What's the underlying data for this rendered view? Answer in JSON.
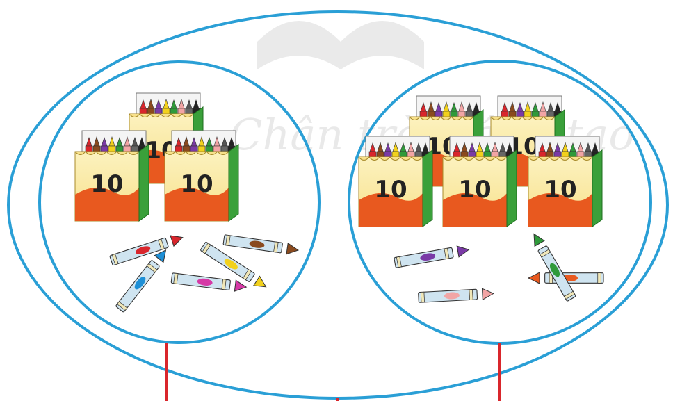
{
  "watermark": {
    "text": "Chân trời sáng tạo"
  },
  "colors": {
    "ring": "#2a9fd6",
    "connector": "#d9262c",
    "box_top": "#fbeeb0",
    "box_bottom": "#e8591f",
    "box_side": "#3aa03a",
    "crayon_body": "#cfe4f0"
  },
  "icons": [
    "crayon-box-icon",
    "crayon-icon"
  ],
  "groups": [
    {
      "name": "left",
      "box_label": "10",
      "boxes_count": 3,
      "loose_crayons": [
        "#d9262c",
        "#8a4a1e",
        "#1e8fd6",
        "#f2d11c",
        "#d63aa6"
      ]
    },
    {
      "name": "right",
      "box_label": "10",
      "boxes_count": 5,
      "loose_crayons": [
        "#7a3aa6",
        "#e8591f",
        "#2f9a3a",
        "#f2a5a5"
      ]
    }
  ]
}
